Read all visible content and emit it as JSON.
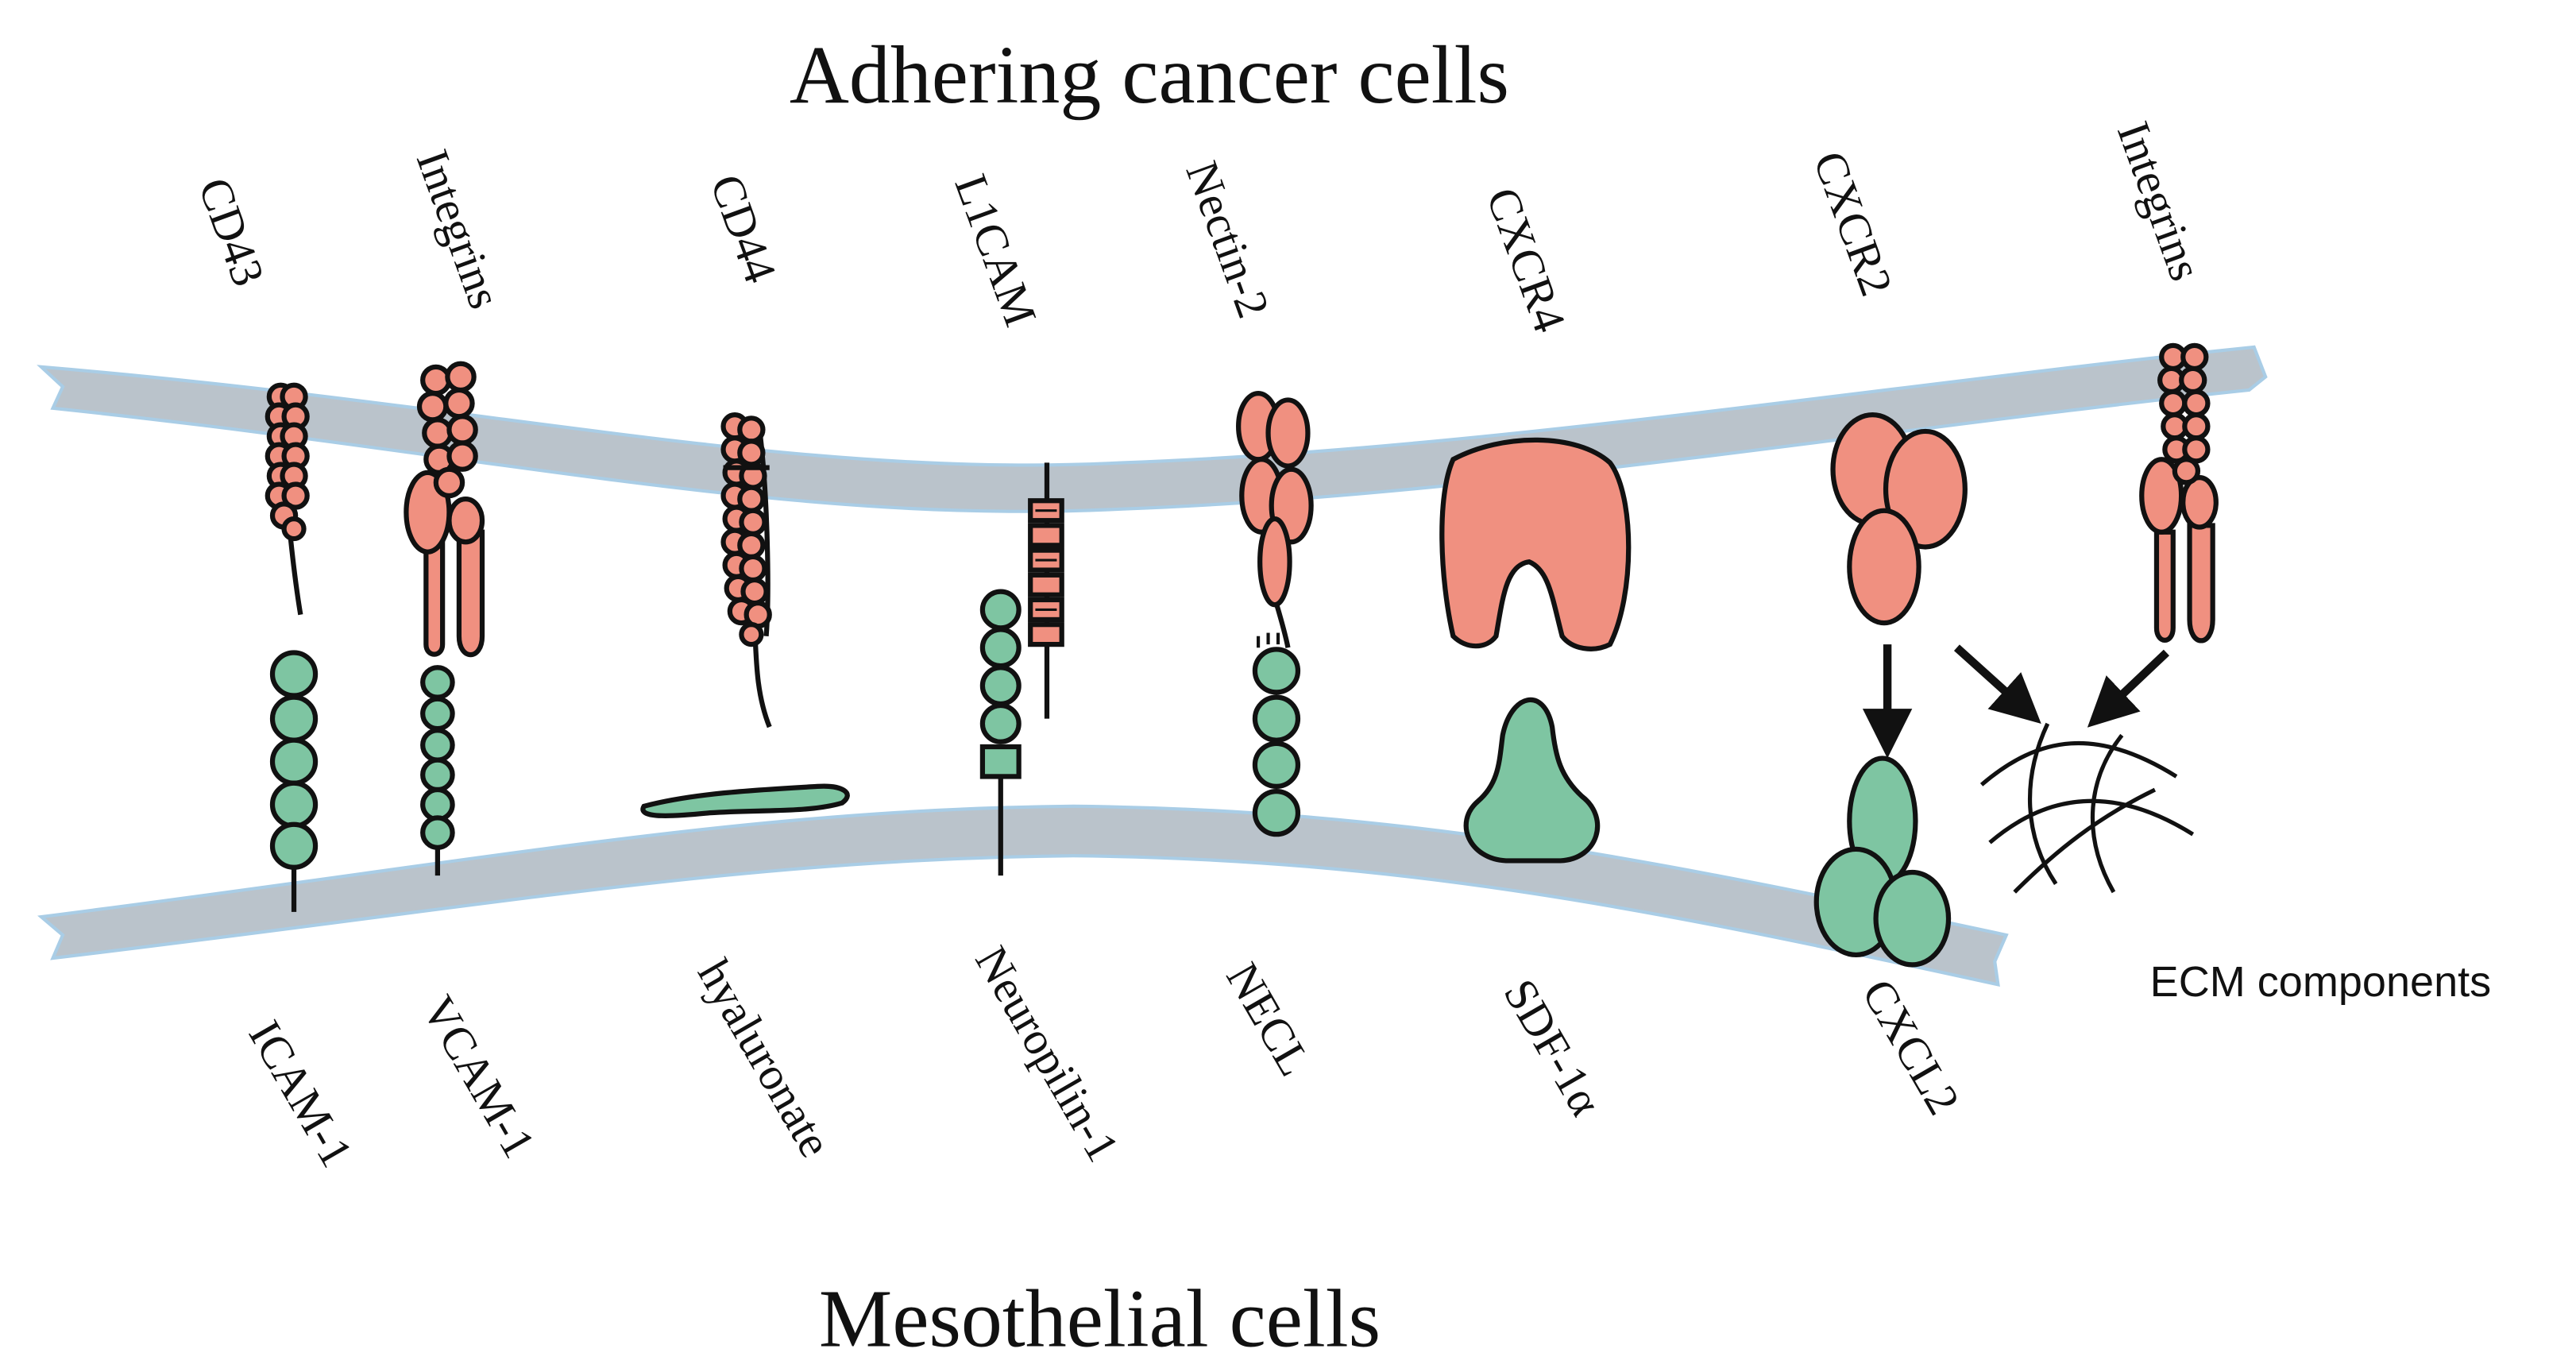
{
  "title_top": "Adhering cancer cells",
  "title_bottom": "Mesothelial cells",
  "colors": {
    "membrane": "#bac3cb",
    "membrane_edge": "#a9cde6",
    "cancer_receptor": "#f09080",
    "mesothelial_ligand": "#7ec5a2",
    "outline": "#111111"
  },
  "receptors": [
    {
      "label": "CD43"
    },
    {
      "label": "Integrins"
    },
    {
      "label": "CD44"
    },
    {
      "label": "L1CAM"
    },
    {
      "label": "Nectin-2"
    },
    {
      "label": "CXCR4"
    },
    {
      "label": "CXCR2"
    },
    {
      "label": "Integrins"
    }
  ],
  "ligands": [
    {
      "label": "ICAM-1"
    },
    {
      "label": "VCAM-1"
    },
    {
      "label": "hyaluronate"
    },
    {
      "label": "Neuropilin-1"
    },
    {
      "label": "NECL"
    },
    {
      "label": "SDF-1α"
    },
    {
      "label": "CXCL2"
    }
  ],
  "ecm_label": "ECM components"
}
